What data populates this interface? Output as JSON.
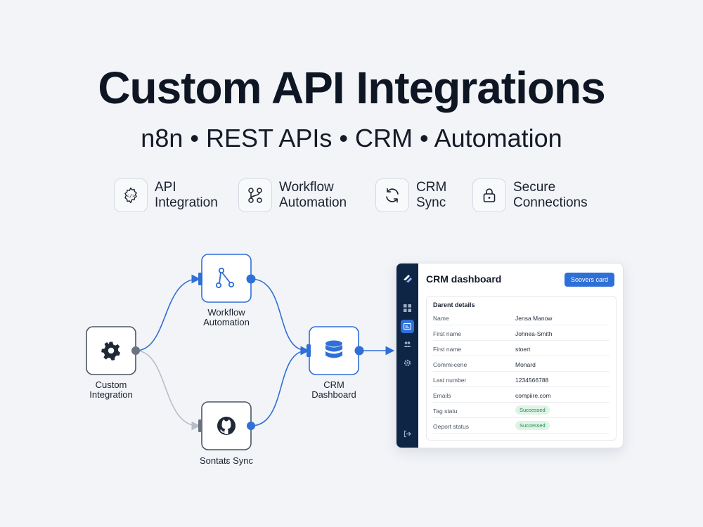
{
  "header": {
    "title": "Custom API Integrations",
    "subtitle": "n8n • REST APIs • CRM • Automation"
  },
  "features": [
    {
      "line1": "API",
      "line2": "Integration",
      "icon": "api-gear-icon"
    },
    {
      "line1": "Workflow",
      "line2": "Automation",
      "icon": "workflow-icon"
    },
    {
      "line1": "CRM",
      "line2": "Sync",
      "icon": "sync-icon"
    },
    {
      "line1": "Secure",
      "line2": "Connections",
      "icon": "lock-icon"
    }
  ],
  "nodes": {
    "custom": {
      "line1": "Custom",
      "line2": "Integration",
      "icon": "gear-icon"
    },
    "workflow": {
      "line1": "Workflow",
      "line2": "Automation",
      "icon": "workflow-icon"
    },
    "contacts": {
      "line1": "Sontatɛ Sync",
      "icon": "github-icon"
    },
    "crm": {
      "line1": "CRM",
      "line2": "Dashboard",
      "icon": "database-icon"
    }
  },
  "crm_card": {
    "title": "CRM dashboard",
    "button": "Sooveɾs card",
    "panel_title": "Darent details",
    "rows": [
      {
        "key": "Name",
        "value": "Jensa Manow"
      },
      {
        "key": "First name",
        "value": "Johnea-Smith"
      },
      {
        "key": "First name",
        "value": "stoert"
      },
      {
        "key": "Commi›cene",
        "value": "Monard"
      },
      {
        "key": "Last number",
        "value": "1234566788"
      },
      {
        "key": "Emails",
        "value": "compiire.com"
      },
      {
        "key": "Tag statu",
        "badge": "Successed"
      },
      {
        "key": "Oeport status",
        "badge": "Successed"
      }
    ]
  },
  "colors": {
    "accent": "#2f6fd8",
    "sidebar": "#0f2546",
    "success_bg": "#dff3e6",
    "success_text": "#1f8a4c",
    "connector_gray": "#b8bec8"
  }
}
